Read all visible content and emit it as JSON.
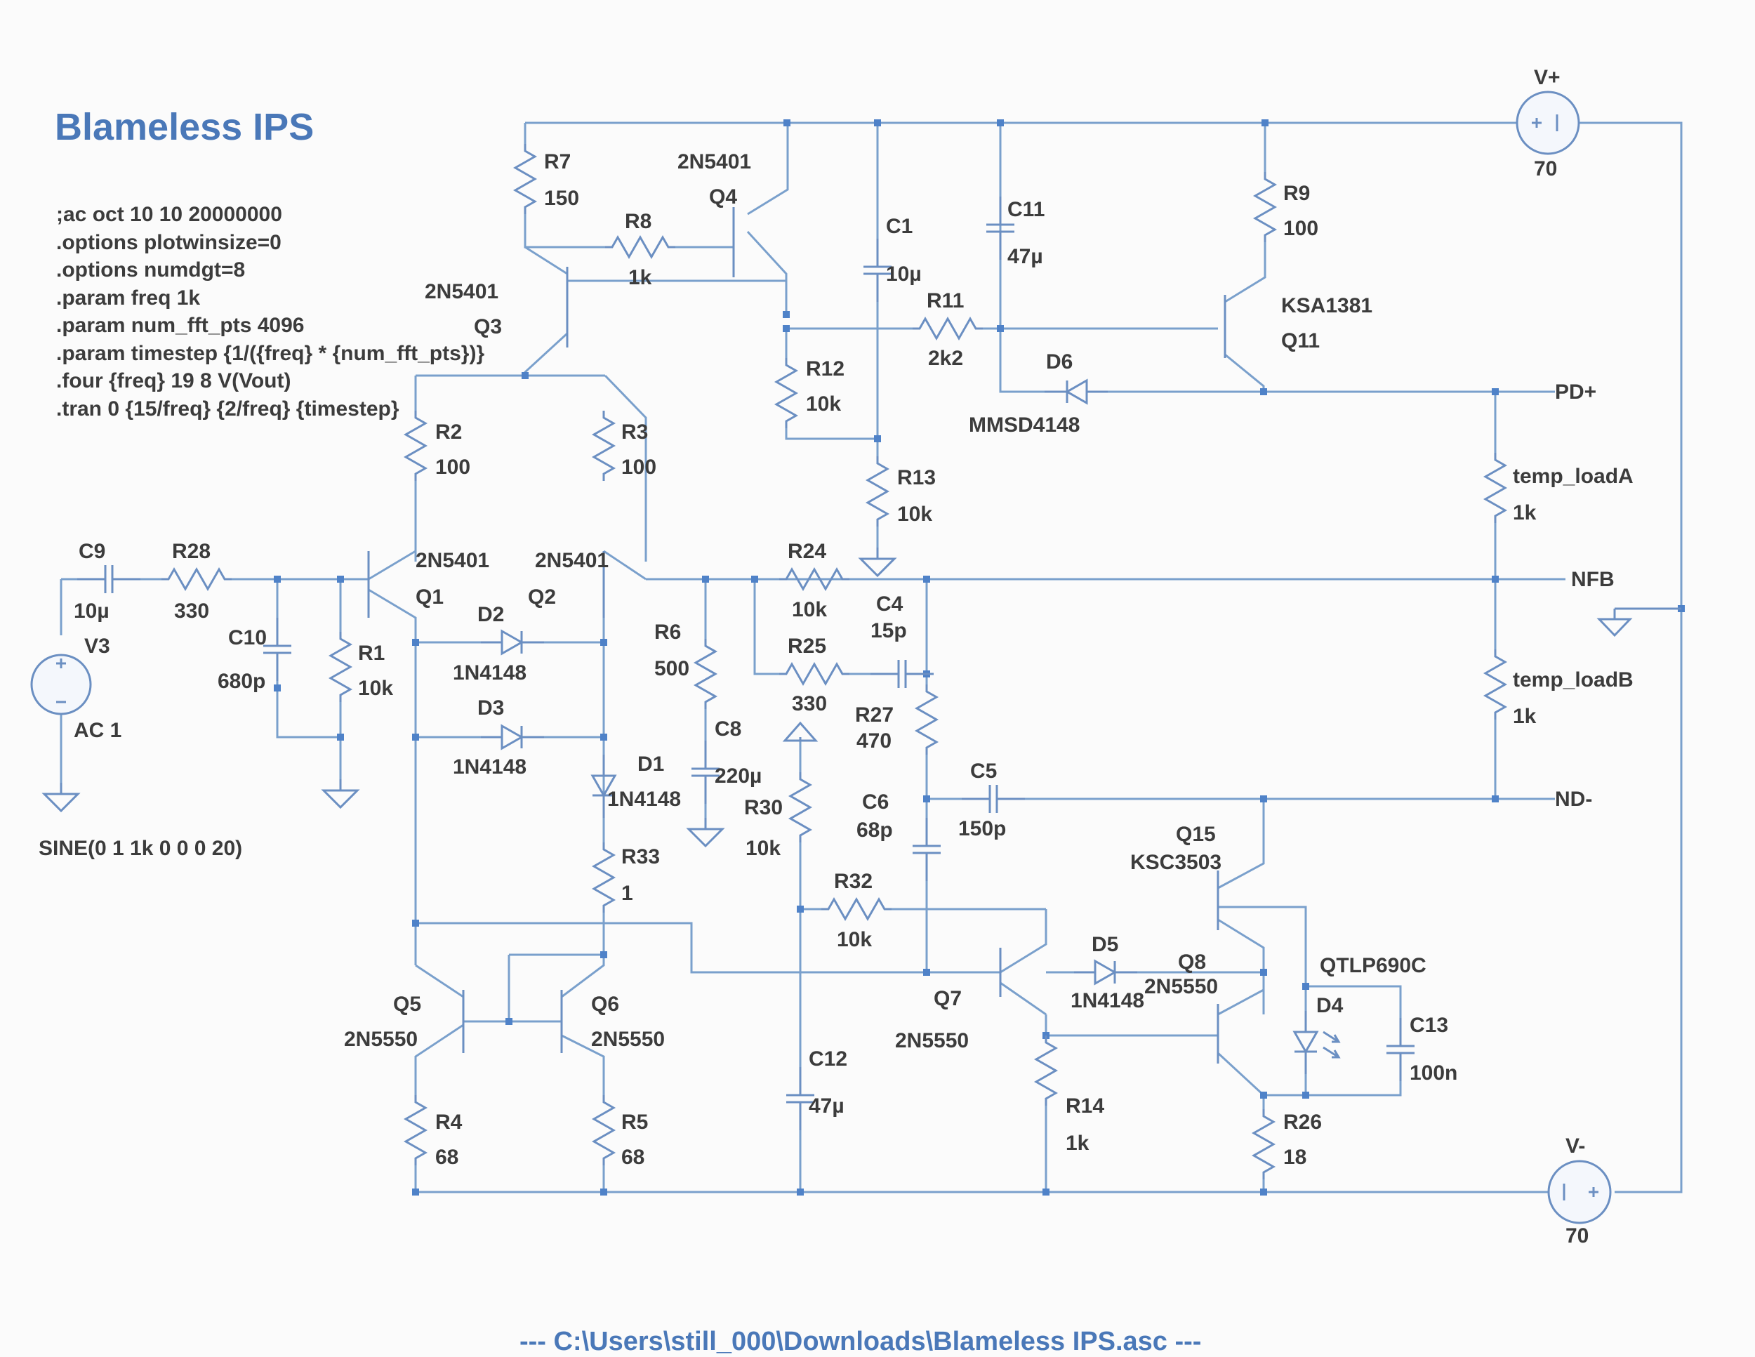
{
  "title": "Blameless IPS",
  "directives": [
    ";ac oct 10 10 20000000",
    ".options plotwinsize=0",
    ".options numdgt=8",
    ".param freq 1k",
    ".param num_fft_pts 4096",
    ".param timestep {1/({freq} * {num_fft_pts})}",
    ".four {freq} 19 8 V(Vout)",
    ".tran 0 {15/freq} {2/freq} {timestep}"
  ],
  "footer": "---  C:\\Users\\still_000\\Downloads\\Blameless IPS.asc  ---",
  "sources": {
    "vplus_name": "V+",
    "vplus_value": "70",
    "vminus_name": "V-",
    "vminus_value": "70",
    "v3_name": "V3",
    "v3_value": "AC 1",
    "v3_sine": "SINE(0 1 1k 0 0 0 20)"
  },
  "components": {
    "R7": "R7",
    "R7v": "150",
    "R8": "R8",
    "R8v": "1k",
    "R9": "R9",
    "R9v": "100",
    "R11": "R11",
    "R11v": "2k2",
    "R12": "R12",
    "R12v": "10k",
    "R13": "R13",
    "R13v": "10k",
    "R2": "R2",
    "R2v": "100",
    "R3": "R3",
    "R3v": "100",
    "R28": "R28",
    "R28v": "330",
    "R1": "R1",
    "R1v": "10k",
    "R6": "R6",
    "R6v": "500",
    "R24": "R24",
    "R24v": "10k",
    "R25": "R25",
    "R25v": "330",
    "R27": "R27",
    "R27v": "470",
    "R30": "R30",
    "R30v": "10k",
    "R32": "R32",
    "R32v": "10k",
    "R33": "R33",
    "R33v": "1",
    "R4": "R4",
    "R4v": "68",
    "R5": "R5",
    "R5v": "68",
    "R14": "R14",
    "R14v": "1k",
    "R26": "R26",
    "R26v": "18",
    "RLA": "temp_loadA",
    "RLAv": "1k",
    "RLB": "temp_loadB",
    "RLBv": "1k",
    "C1": "C1",
    "C1v": "10µ",
    "C11": "C11",
    "C11v": "47µ",
    "C9": "C9",
    "C9v": "10µ",
    "C10": "C10",
    "C10v": "680p",
    "C4": "C4",
    "C4v": "15p",
    "C8": "C8",
    "C8v": "220µ",
    "C6": "C6",
    "C6v": "68p",
    "C5": "C5",
    "C5v": "150p",
    "C12": "C12",
    "C12v": "47µ",
    "C13": "C13",
    "C13v": "100n",
    "Q1": "Q1",
    "Q1t": "2N5401",
    "Q2": "Q2",
    "Q2t": "2N5401",
    "Q3": "Q3",
    "Q3t": "2N5401",
    "Q4": "Q4",
    "Q4t": "2N5401",
    "Q5": "Q5",
    "Q5t": "2N5550",
    "Q6": "Q6",
    "Q6t": "2N5550",
    "Q7": "Q7",
    "Q7t": "2N5550",
    "Q8": "Q8",
    "Q8t": "2N5550",
    "Q11": "Q11",
    "Q11t": "KSA1381",
    "Q15": "Q15",
    "Q15t": "KSC3503",
    "D1": "D1",
    "D1t": "1N4148",
    "D2": "D2",
    "D2t": "1N4148",
    "D3": "D3",
    "D3t": "1N4148",
    "D5": "D5",
    "D5t": "1N4148",
    "D6": "D6",
    "D6t": "MMSD4148",
    "D4": "D4",
    "D4t": "QTLP690C"
  },
  "nets": {
    "pdp": "PD+",
    "nfb": "NFB",
    "ndm": "ND-"
  }
}
